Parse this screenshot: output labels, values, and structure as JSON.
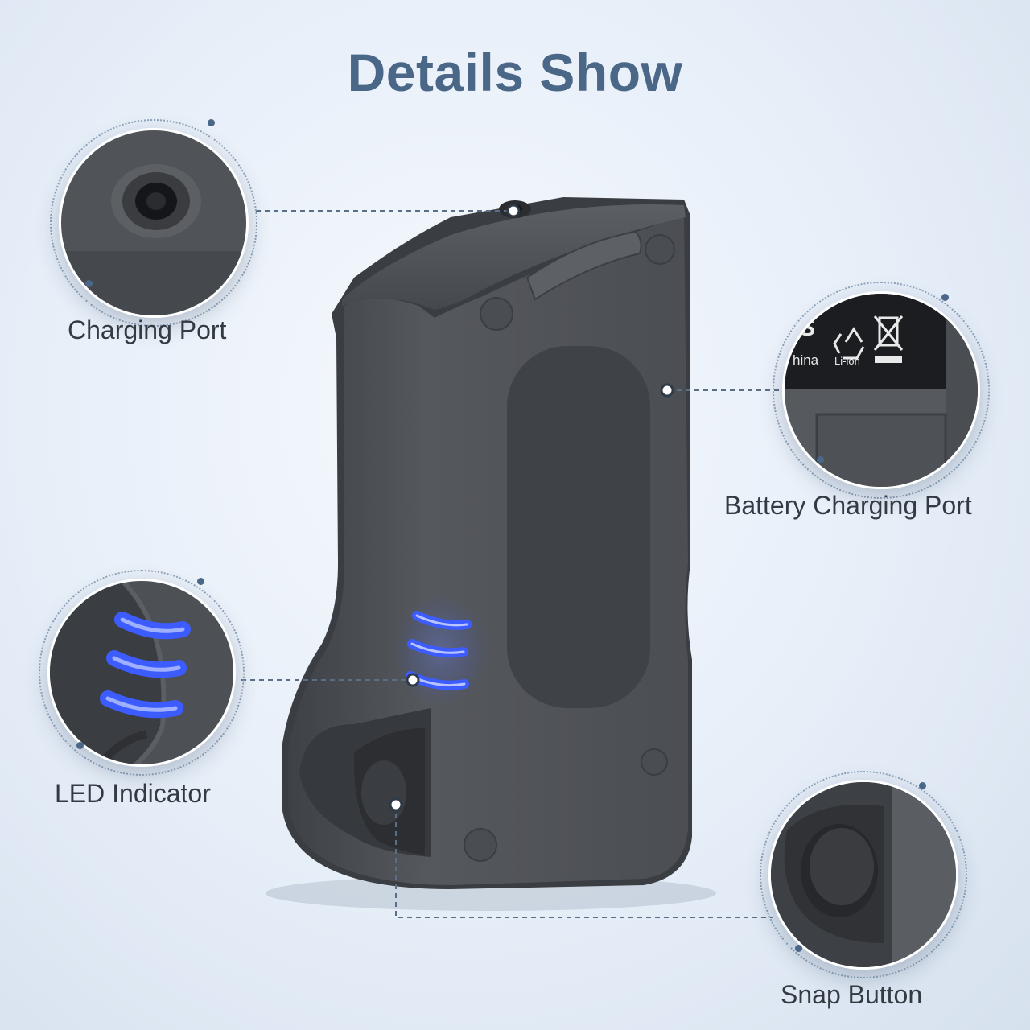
{
  "title": "Details Show",
  "callouts": {
    "charging_port": {
      "label": "Charging Port"
    },
    "battery_charging_port": {
      "label": "Battery Charging Port",
      "sticker_text_1": "hina",
      "sticker_text_2": "Li-ion",
      "sticker_text_3": "S"
    },
    "led_indicator": {
      "label": "LED Indicator"
    },
    "snap_button": {
      "label": "Snap Button"
    }
  },
  "colors": {
    "title": "#4a6788",
    "body": "#4e5156",
    "led": "#3b5bff",
    "leader": "#5a6f86"
  }
}
